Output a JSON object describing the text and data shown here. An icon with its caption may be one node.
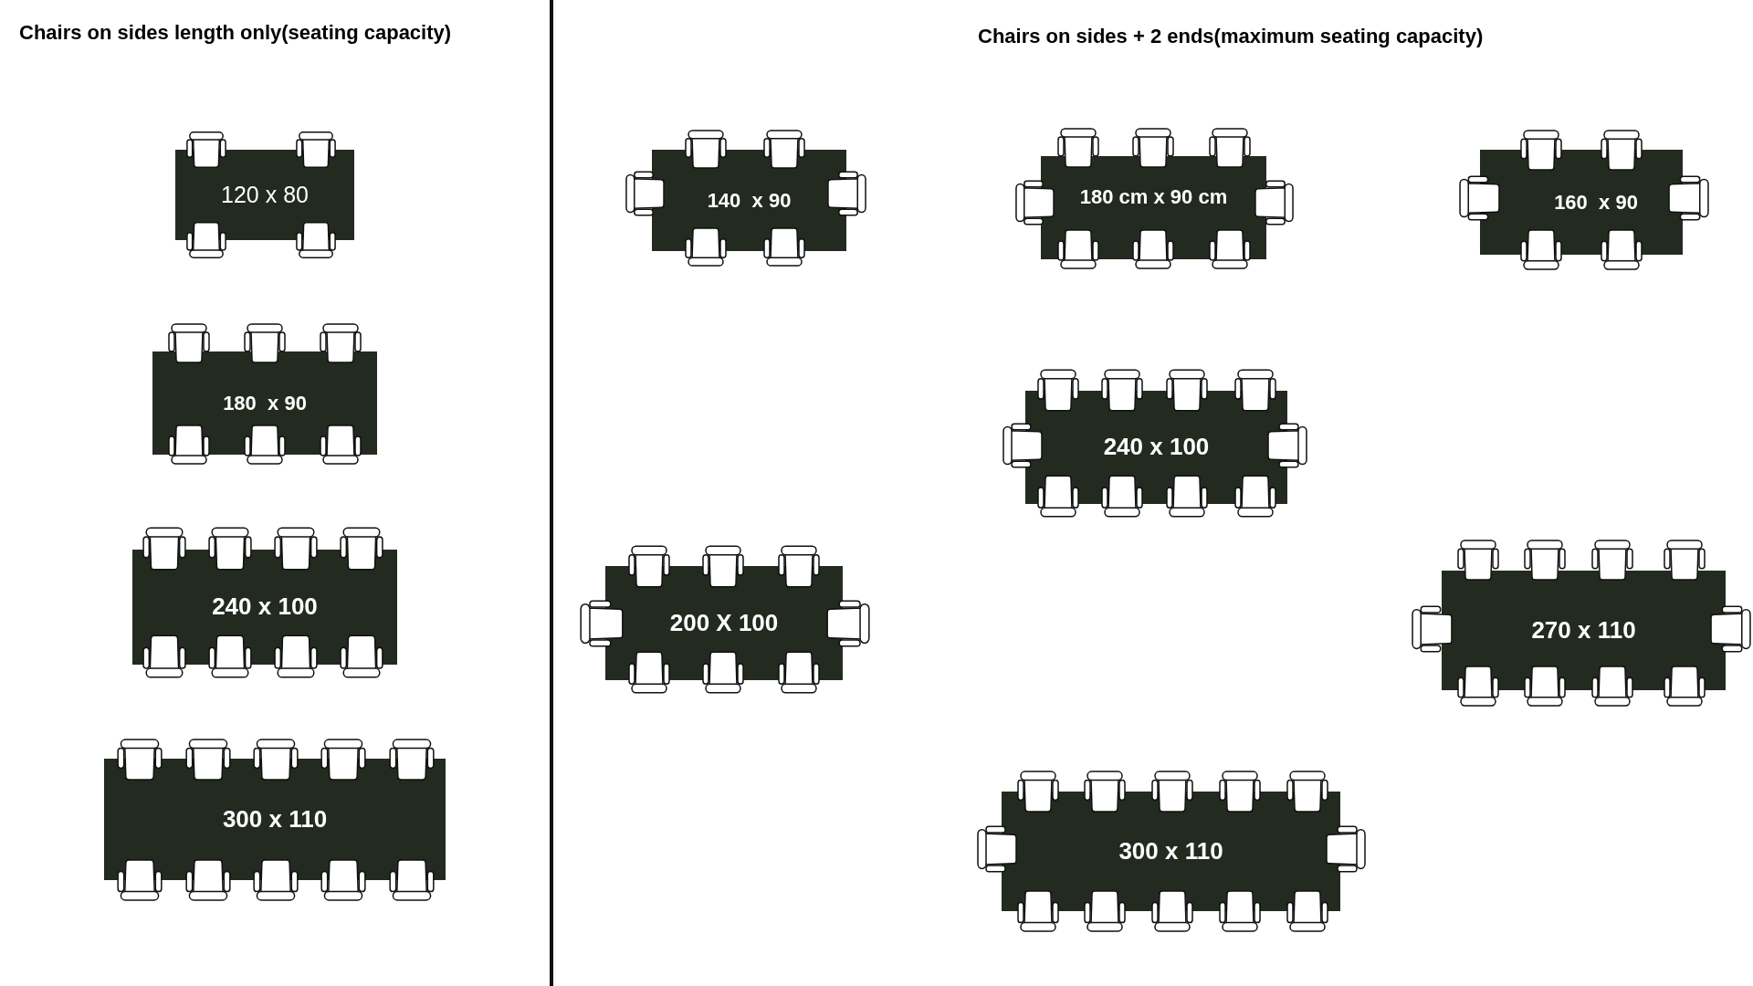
{
  "diagram": {
    "nodes": [
      {
        "text": [
          "120 x 80"
        ]
      },
      {
        "text": [
          "180  x 90"
        ]
      },
      {
        "text": [
          "240 x 100"
        ]
      },
      {
        "text": [
          "300 x 110"
        ]
      },
      {
        "text": [
          "140  x 90"
        ]
      },
      {
        "text": [
          "180 cm x 90 cm"
        ]
      },
      {
        "text": [
          "160  x 90"
        ]
      },
      {
        "text": [
          "240 x 100"
        ]
      },
      {
        "text": [
          "200 X 100"
        ]
      },
      {
        "text": [
          "270 x 110"
        ]
      },
      {
        "text": [
          "300 x 110"
        ]
      }
    ],
    "labels": [
      "Chairs on sides length only(seating capacity)",
      "Chairs on sides + 2 ends(maximum seating capacity)"
    ]
  }
}
